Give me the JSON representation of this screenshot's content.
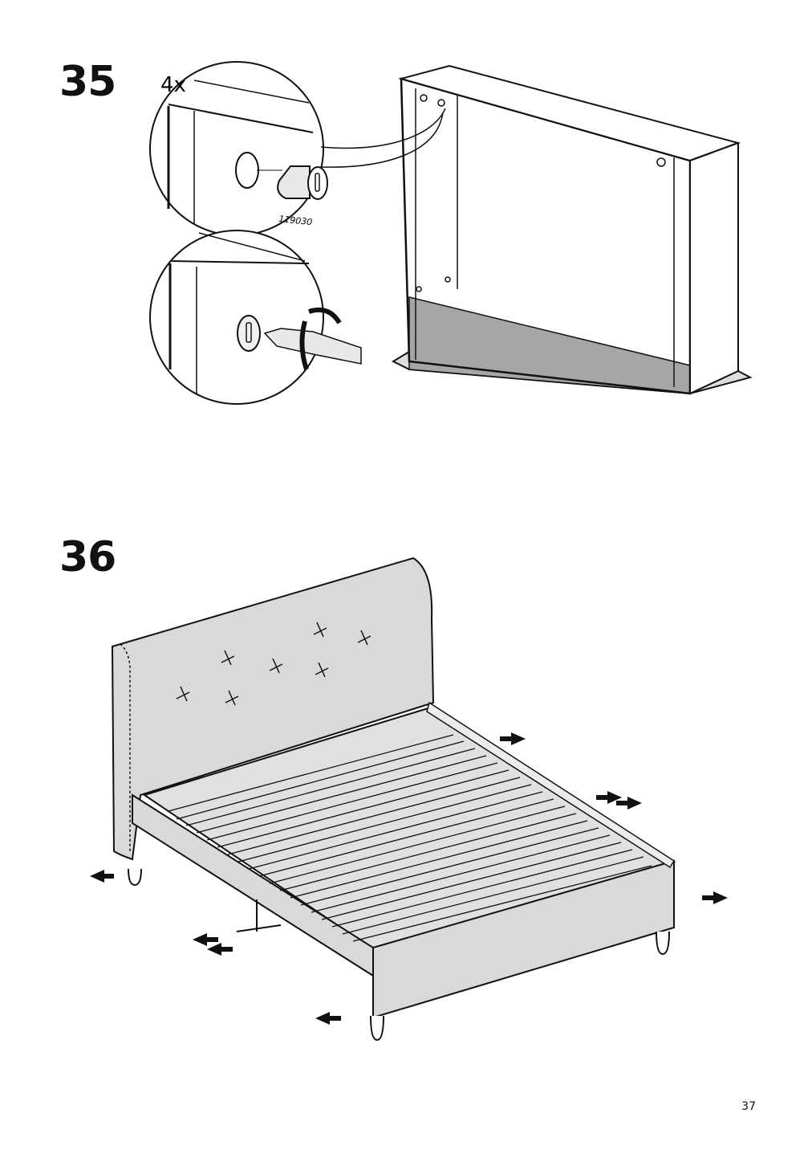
{
  "steps": [
    {
      "number": "35",
      "quantity_label": "4x",
      "part_number": "119030"
    },
    {
      "number": "36"
    }
  ],
  "page_number": "37",
  "colors": {
    "line": "#111111",
    "panel_fill": "#d9d9d9",
    "floor_fill": "#a6a6a6"
  }
}
